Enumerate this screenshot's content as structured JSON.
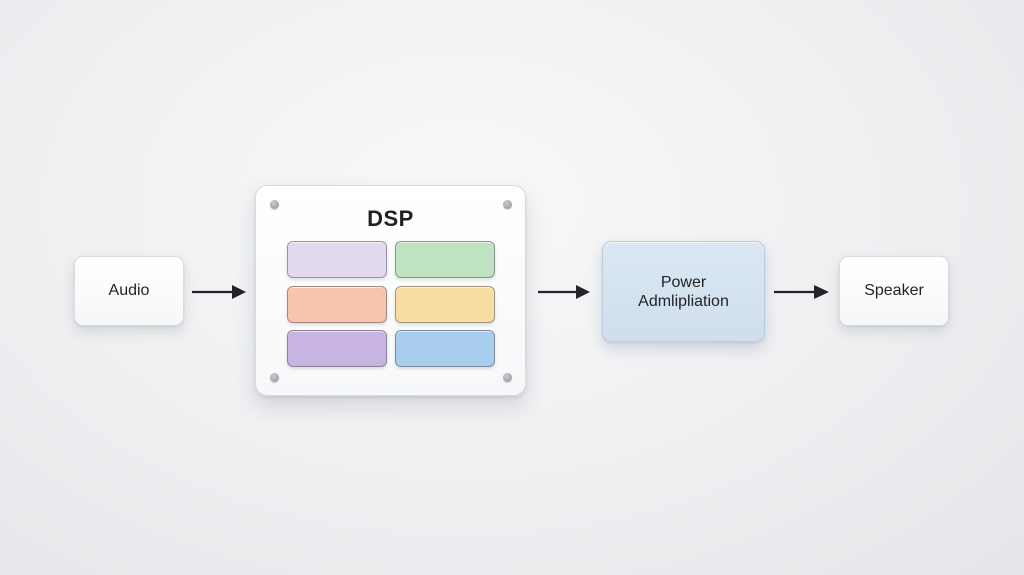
{
  "nodes": {
    "audio": {
      "label": "Audio"
    },
    "dsp": {
      "title": "DSP",
      "modules": [
        {
          "color": "#e3d9ee"
        },
        {
          "color": "#bfe3c1"
        },
        {
          "color": "#f9c4ae"
        },
        {
          "color": "#f8dda2"
        },
        {
          "color": "#c7b4e3"
        },
        {
          "color": "#a9cdec"
        }
      ]
    },
    "power": {
      "line1": "Power",
      "line2": "Admlipliation",
      "color": "#d3e1ef"
    },
    "speaker": {
      "label": "Speaker"
    }
  },
  "edges": [
    {
      "from": "Audio",
      "to": "DSP"
    },
    {
      "from": "DSP",
      "to": "Power Admlipliation"
    },
    {
      "from": "Power Admlipliation",
      "to": "Speaker"
    }
  ],
  "colors": {
    "arrow": "#222428",
    "text": "#222428"
  }
}
